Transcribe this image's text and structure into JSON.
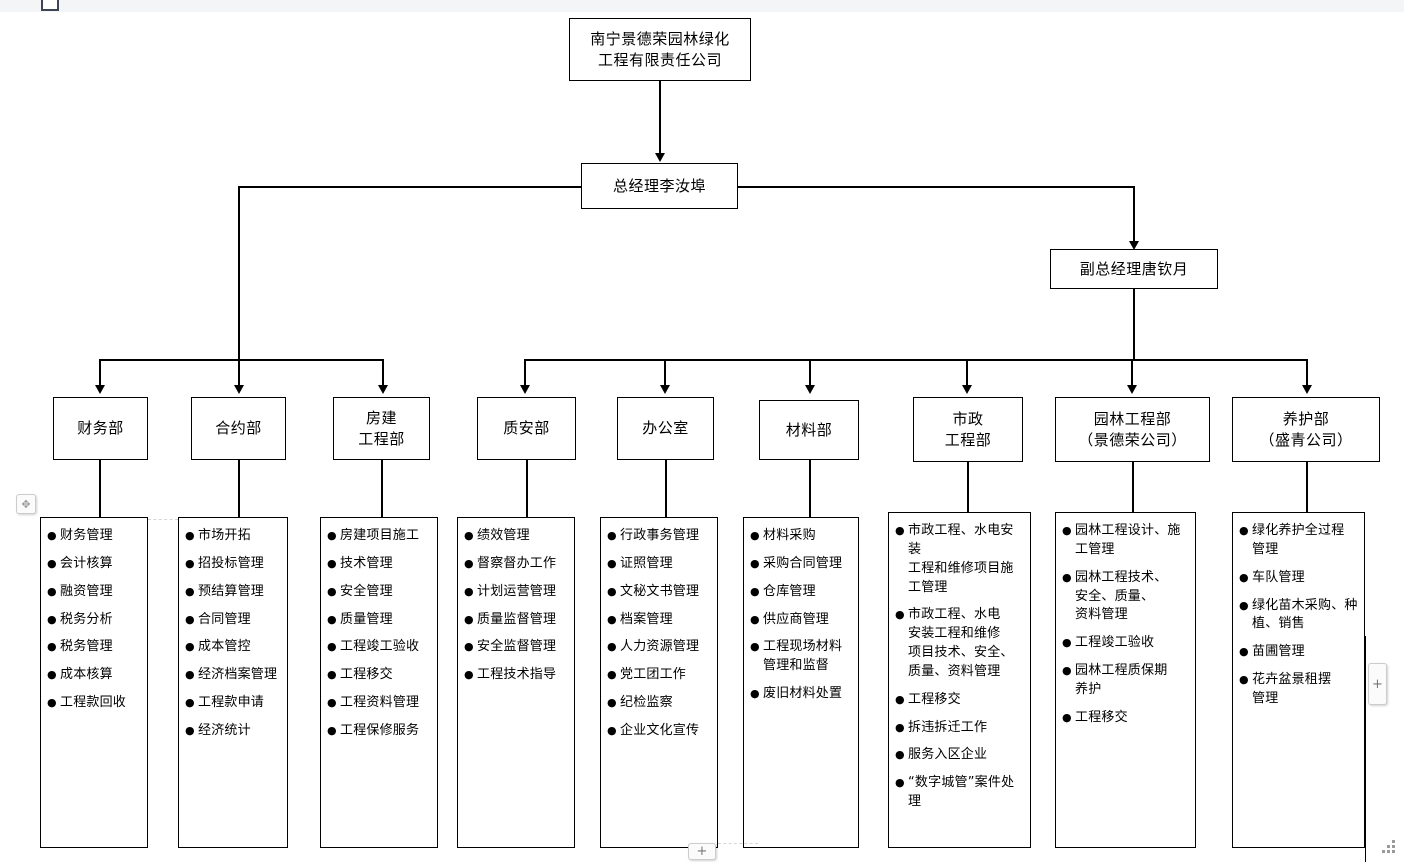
{
  "chart_data": {
    "type": "diagram",
    "title": "南宁景德荣园林绿化工程有限责任公司组织架构图"
  },
  "window": {
    "top_handle_name": "drag-tab",
    "move_handle_glyph": "✥",
    "plus_glyph": "+"
  },
  "org": {
    "company": {
      "line1": "南宁景德荣园林绿化",
      "line2": "工程有限责任公司"
    },
    "gm": {
      "title": "总经理李汝埠"
    },
    "deputy_gm": {
      "title": "副总经理唐钦月"
    },
    "departments": [
      {
        "id": "finance",
        "name_lines": [
          "财务部"
        ],
        "duties": [
          "财务管理",
          "会计核算",
          "融资管理",
          "税务分析",
          "税务管理",
          "成本核算",
          "工程款回收"
        ]
      },
      {
        "id": "contract",
        "name_lines": [
          "合约部"
        ],
        "duties": [
          "市场开拓",
          "招投标管理",
          "预结算管理",
          "合同管理",
          "成本管控",
          "经济档案管理",
          "工程款申请",
          "经济统计"
        ]
      },
      {
        "id": "building-engineering",
        "name_lines": [
          "房建",
          "工程部"
        ],
        "duties": [
          "房建项目施工",
          "技术管理",
          "安全管理",
          "质量管理",
          "工程竣工验收",
          "工程移交",
          "工程资料管理",
          "工程保修服务"
        ]
      },
      {
        "id": "quality-safety",
        "name_lines": [
          "质安部"
        ],
        "duties": [
          "绩效管理",
          "督察督办工作",
          "计划运营管理",
          "质量监督管理",
          "安全监督管理",
          "工程技术指导"
        ]
      },
      {
        "id": "office",
        "name_lines": [
          "办公室"
        ],
        "duties": [
          "行政事务管理",
          "证照管理",
          "文秘文书管理",
          "档案管理",
          "人力资源管理",
          "党工团工作",
          "纪检监察",
          "企业文化宣传"
        ]
      },
      {
        "id": "materials",
        "name_lines": [
          "材料部"
        ],
        "duties": [
          "材料采购",
          "采购合同管理",
          "仓库管理",
          "供应商管理",
          "工程现场材料\n管理和监督",
          "废旧材料处置"
        ]
      },
      {
        "id": "municipal-engineering",
        "name_lines": [
          "市政",
          "工程部"
        ],
        "duties": [
          "市政工程、水电安装\n工程和维修项目施\n工管理",
          "市政工程、水电\n安装工程和维修\n项目技术、安全、\n质量、资料管理",
          "工程移交",
          "拆违拆迁工作",
          "服务入区企业",
          "“数字城管”案件处\n理"
        ]
      },
      {
        "id": "landscape-engineering",
        "name_lines": [
          "园林工程部",
          "（景德荣公司）"
        ],
        "duties": [
          "园林工程设计、施\n工管理",
          "园林工程技术、\n安全、质量、\n资料管理",
          "工程竣工验收",
          "园林工程质保期\n养护",
          "工程移交"
        ]
      },
      {
        "id": "maintenance",
        "name_lines": [
          "养护部",
          "（盛青公司）"
        ],
        "duties": [
          "绿化养护全过程\n管理",
          "车队管理",
          "绿化苗木采购、种\n植、销售",
          "苗圃管理",
          "花卉盆景租摆\n管理"
        ]
      }
    ]
  }
}
